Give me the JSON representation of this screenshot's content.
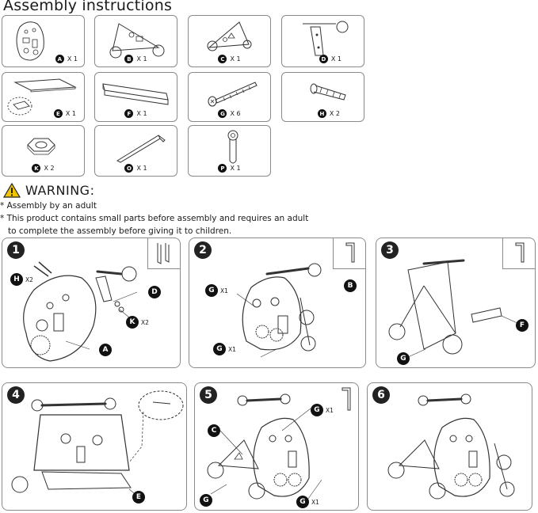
{
  "title": "Assembly instructions",
  "parts": [
    {
      "letter": "A",
      "qty": "X 1",
      "icon": "board-panel-icon"
    },
    {
      "letter": "B",
      "qty": "X 1",
      "icon": "rear-frame-icon"
    },
    {
      "letter": "C",
      "qty": "X 1",
      "icon": "front-frame-icon"
    },
    {
      "letter": "D",
      "qty": "X 1",
      "icon": "handle-icon"
    },
    {
      "letter": "E",
      "qty": "X 1",
      "icon": "tray-icon"
    },
    {
      "letter": "F",
      "qty": "X 1",
      "icon": "support-bar-icon"
    },
    {
      "letter": "G",
      "qty": "X 6",
      "icon": "long-screw-icon"
    },
    {
      "letter": "H",
      "qty": "X 2",
      "icon": "bolt-icon"
    },
    {
      "letter": "K",
      "qty": "X 2",
      "icon": "nut-icon"
    },
    {
      "letter": "O",
      "qty": "X 1",
      "icon": "allen-key-icon"
    },
    {
      "letter": "P",
      "qty": "X 1",
      "icon": "wrench-icon"
    }
  ],
  "warning": {
    "heading": "WARNING:",
    "lines": [
      "* Assembly by an adult",
      "* This product contains small parts before assembly and requires an adult",
      "  to complete the assembly before giving it to children."
    ]
  },
  "steps": [
    {
      "number": "1",
      "callouts": [
        {
          "letter": "H",
          "text": "X2"
        },
        {
          "letter": "D",
          "text": ""
        },
        {
          "letter": "K",
          "text": "X2"
        },
        {
          "letter": "A",
          "text": ""
        }
      ]
    },
    {
      "number": "2",
      "callouts": [
        {
          "letter": "G",
          "text": "X1"
        },
        {
          "letter": "B",
          "text": ""
        },
        {
          "letter": "G",
          "text": "X1"
        }
      ]
    },
    {
      "number": "3",
      "callouts": [
        {
          "letter": "F",
          "text": ""
        },
        {
          "letter": "G",
          "text": ""
        }
      ]
    },
    {
      "number": "4",
      "callouts": [
        {
          "letter": "E",
          "text": ""
        }
      ]
    },
    {
      "number": "5",
      "callouts": [
        {
          "letter": "C",
          "text": ""
        },
        {
          "letter": "G",
          "text": "X1"
        },
        {
          "letter": "G",
          "text": ""
        },
        {
          "letter": "G",
          "text": "X1"
        }
      ]
    },
    {
      "number": "6",
      "callouts": []
    }
  ]
}
